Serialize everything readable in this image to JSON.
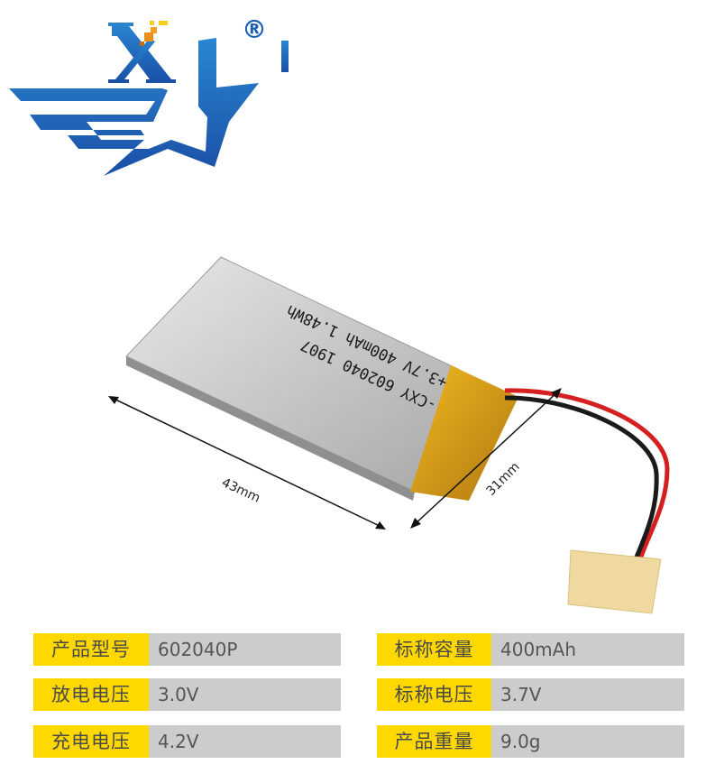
{
  "brand": {
    "logo_letter": "X",
    "registered_mark": "®",
    "colors": {
      "blue": "#1a5fb4",
      "orange": "#f0a020",
      "yellow": "#ffd200"
    }
  },
  "product_image": {
    "battery_print_line1": "-CXY 602040 1907",
    "battery_print_line2": "+3.7V 400mAh 1.48Wh",
    "dimension_length": "43mm",
    "dimension_width": "31mm"
  },
  "specs": {
    "left": [
      {
        "label": "产品型号",
        "value": "602040P"
      },
      {
        "label": "放电电压",
        "value": "3.0V"
      },
      {
        "label": "充电电压",
        "value": "4.2V"
      }
    ],
    "right": [
      {
        "label": "标称容量",
        "value": "400mAh"
      },
      {
        "label": "标称电压",
        "value": "3.7V"
      },
      {
        "label": "产品重量",
        "value": "9.0g"
      }
    ],
    "colors": {
      "label_bg": "#FFD800",
      "value_bg": "#CCCCCC",
      "text": "#555555"
    }
  }
}
